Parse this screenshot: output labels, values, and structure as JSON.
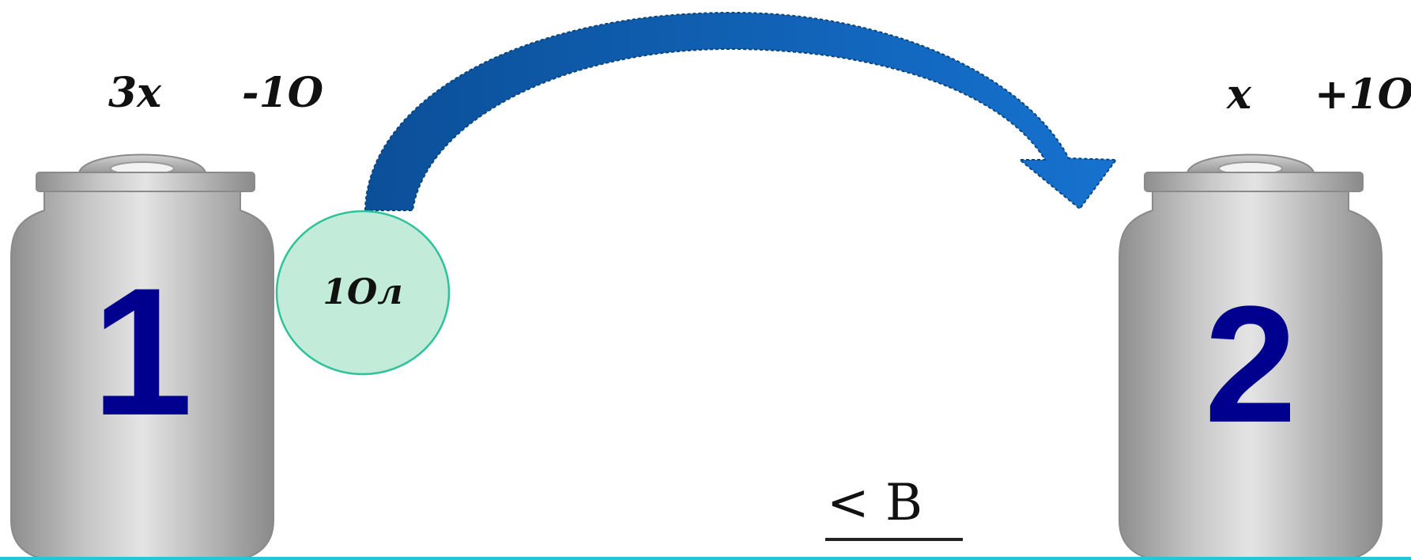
{
  "left_vessel": {
    "number": "1",
    "coefficient": "3x",
    "change": "-1O"
  },
  "right_vessel": {
    "number": "2",
    "coefficient": "x",
    "change": "+1O"
  },
  "transfer": {
    "label": "1Oл"
  },
  "condition": {
    "text": "< В"
  },
  "colors": {
    "number": "#00008f",
    "arrow": "#0d5ba8",
    "bubble_fill": "#c2ecd9",
    "bubble_border": "#2fc29a",
    "floor_line": "#23c8d6"
  },
  "icons": {
    "vessel": "milk-can-icon",
    "arrow": "curved-arrow-icon"
  }
}
